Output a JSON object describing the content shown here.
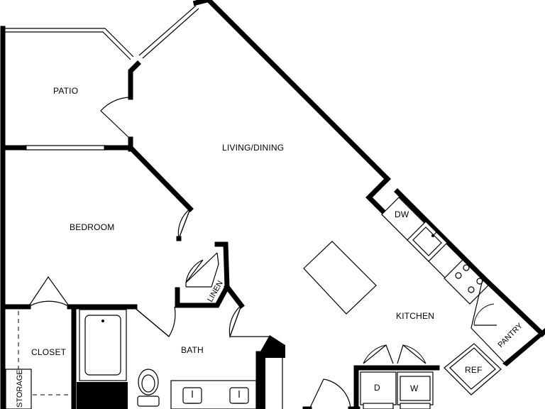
{
  "rooms": {
    "patio": "PATIO",
    "living_dining": "LIVING/DINING",
    "bedroom": "BEDROOM",
    "kitchen": "KITCHEN",
    "bath": "BATH",
    "closet": "CLOSET",
    "storage": "STORAGE",
    "linen": "LINEN",
    "pantry": "PANTRY"
  },
  "appliances": {
    "dishwasher": "DW",
    "refrigerator": "REF",
    "dryer": "D",
    "washer": "W"
  }
}
